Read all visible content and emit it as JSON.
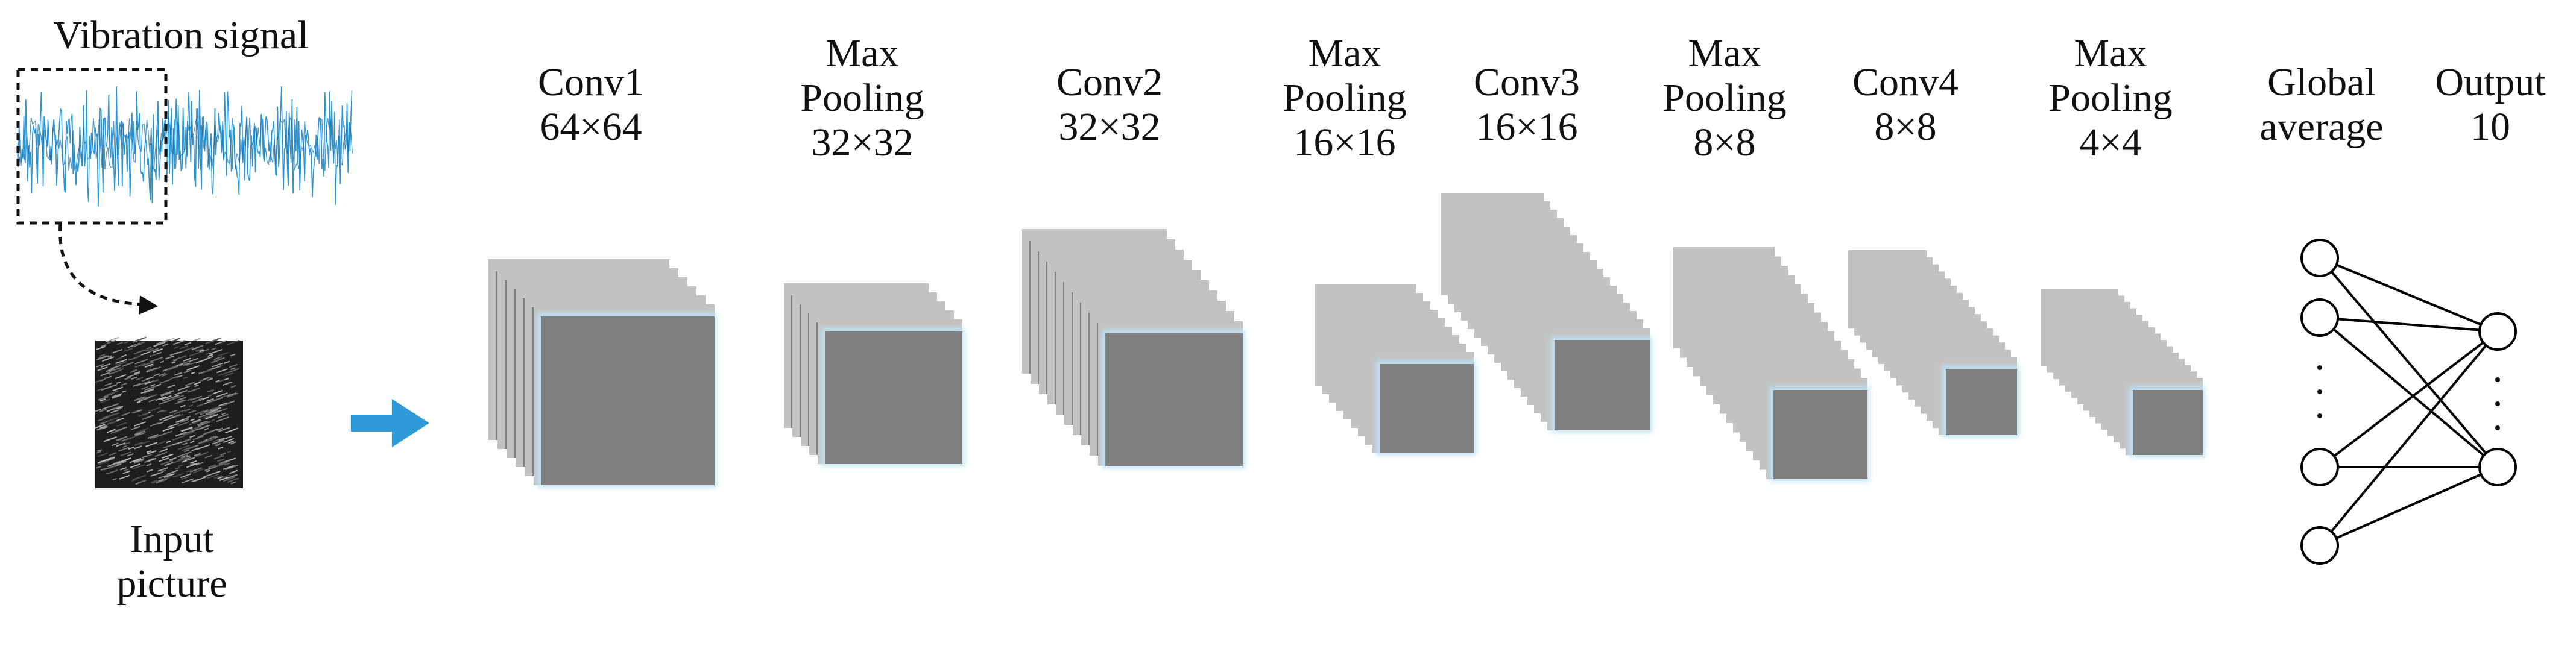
{
  "input": {
    "signal_title": "Vibration signal",
    "picture_label": [
      "Input",
      "picture"
    ]
  },
  "layers": [
    {
      "name": "conv1",
      "label": [
        "Conv1",
        "64×64"
      ]
    },
    {
      "name": "pool1",
      "label": [
        "Max",
        "Pooling",
        "32×32"
      ]
    },
    {
      "name": "conv2",
      "label": [
        "Conv2",
        "32×32"
      ]
    },
    {
      "name": "pool2",
      "label": [
        "Max",
        "Pooling",
        "16×16"
      ]
    },
    {
      "name": "conv3",
      "label": [
        "Conv3",
        "16×16"
      ]
    },
    {
      "name": "pool3",
      "label": [
        "Max",
        "Pooling",
        "8×8"
      ]
    },
    {
      "name": "conv4",
      "label": [
        "Conv4",
        "8×8"
      ]
    },
    {
      "name": "pool4",
      "label": [
        "Max",
        "Pooling",
        "4×4"
      ]
    },
    {
      "name": "gap",
      "label": [
        "Global",
        "average"
      ]
    },
    {
      "name": "output",
      "label": [
        "Output",
        "10"
      ]
    }
  ],
  "colors": {
    "signal": "#1f8fd0",
    "arrow": "#2e9bd8",
    "map_front": "#7f7f7f",
    "map_back": "#c2c2c2",
    "glow": "#bfe3f7",
    "line": "#000000"
  },
  "icons": {
    "arrow": "right-arrow-icon",
    "crop": "dashed-crop-box",
    "neural_net": "fully-connected-network"
  }
}
